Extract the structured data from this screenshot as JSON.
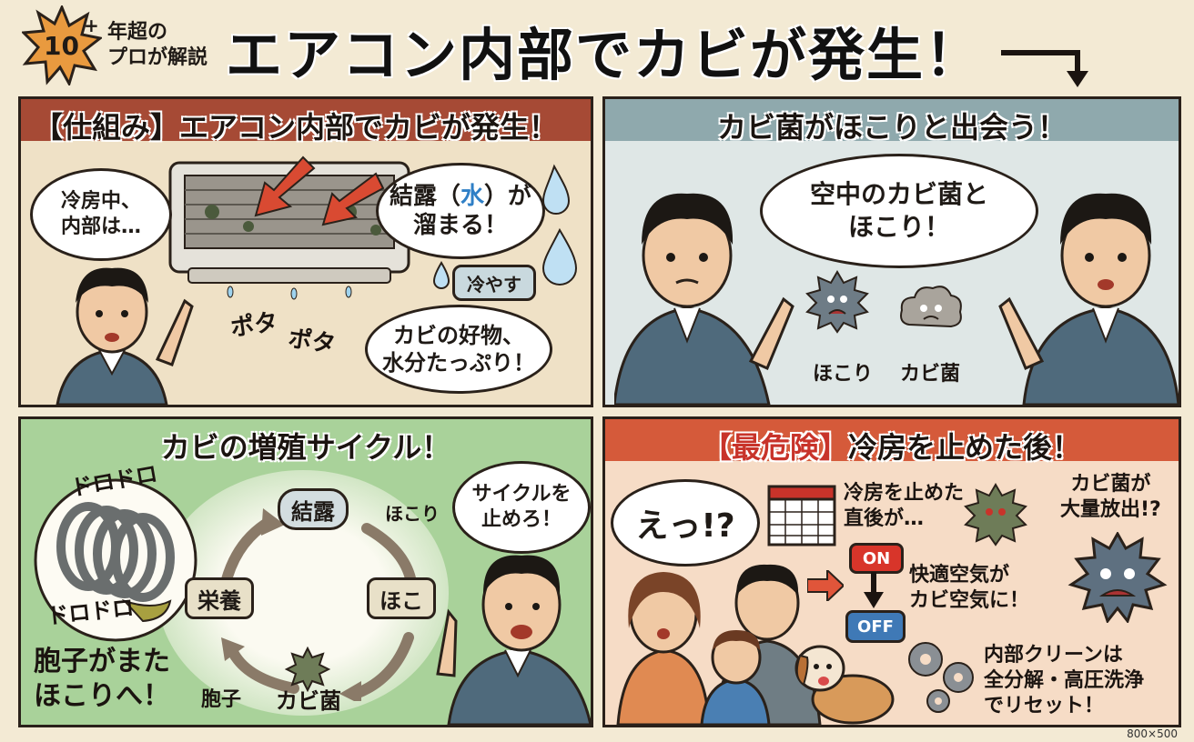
{
  "header": {
    "badge_number": "10",
    "badge_plus": "+",
    "subtitle_line1": "年超の",
    "subtitle_line2": "プロが解説",
    "title": "エアコン内部でカビが発生！"
  },
  "panel1": {
    "title": "【仕組み】エアコン内部でカビが発生！",
    "bubble_left_l1": "冷房中、",
    "bubble_left_l2": "内部は…",
    "bubble_right_l1a": "結露（",
    "bubble_right_l1b": "水",
    "bubble_right_l1c": "）が",
    "bubble_right_l2": "溜まる！",
    "sfx1": "ポタ",
    "sfx2": "ポタ",
    "label_cool": "冷やす",
    "bubble_bottom_l1": "カビの好物、",
    "bubble_bottom_l2": "水分たっぷり！"
  },
  "panel2": {
    "title": "カビ菌がほこりと出会う！",
    "bubble_l1": "空中のカビ菌と",
    "bubble_l2": "ほこり！",
    "label_dust": "ほこり",
    "label_mold": "カビ菌"
  },
  "panel3": {
    "title": "カビの増殖サイクル！",
    "sfx_top": "ドロドロ",
    "sfx_bottom": "ドロドロ",
    "cycle_condensation": "結露",
    "cycle_dust_label": "ほこり",
    "cycle_dust": "ほこ",
    "cycle_nutrition": "栄養",
    "cycle_mold": "カビ菌",
    "cycle_spore": "胞子",
    "bubble_l1": "サイクルを",
    "bubble_l2": "止めろ！",
    "caption_l1": "胞子がまた",
    "caption_l2": "ほこりへ！"
  },
  "panel4": {
    "title_a": "【最危険】",
    "title_b": "冷房を止めた後！",
    "bubble_shout": "えっ!?",
    "text_after_l1": "冷房を止めた",
    "text_after_l2": "直後が…",
    "text_release_l1": "カビ菌が",
    "text_release_l2": "大量放出!?",
    "switch_on": "ON",
    "switch_off": "OFF",
    "text_air_l1": "快適空気が",
    "text_air_l2": "カビ空気に！",
    "text_clean_l1": "内部クリーンは",
    "text_clean_l2": "全分解・高圧洗浄",
    "text_clean_l3": "でリセット！"
  },
  "footer": {
    "size_note": "800×500"
  },
  "colors": {
    "panel1_header": "#a64a35",
    "panel2_header": "#8fa9ad",
    "panel3_bg": "#a9d29a",
    "panel4_header": "#d55a3a",
    "water_blue": "#2f7fc6",
    "title_red": "#c8332a"
  }
}
